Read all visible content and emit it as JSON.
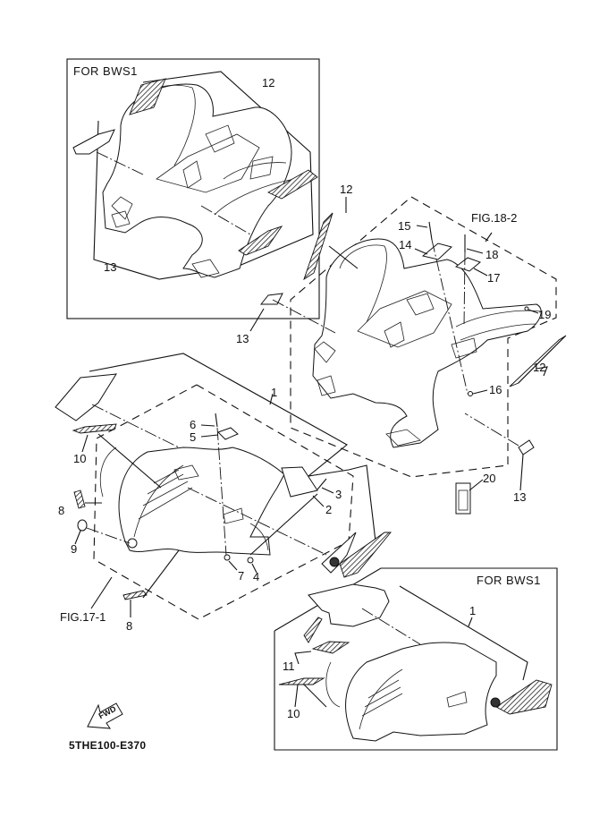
{
  "diagram": {
    "catalog_code": "5THE100-E370",
    "fwd_arrow_label": "FWD",
    "boxes": {
      "top_left_title": "FOR  BWS1",
      "bottom_right_title": "FOR  BWS1"
    },
    "figure_refs": {
      "fig_18_2": "FIG.18-2",
      "fig_17_1": "FIG.17-1"
    },
    "callouts": {
      "tl_12": "12",
      "tl_13": "13",
      "rear_12_left": "12",
      "rear_12_right": "12",
      "rear_13_left": "13",
      "rear_13_right": "13",
      "c14": "14",
      "c15": "15",
      "c16": "16",
      "c17": "17",
      "c18": "18",
      "c19": "19",
      "c20": "20",
      "front_1": "1",
      "c2": "2",
      "c3": "3",
      "c4": "4",
      "c5": "5",
      "c6": "6",
      "c7": "7",
      "c8_upper": "8",
      "c8_lower": "8",
      "c9": "9",
      "c10": "10",
      "br_1": "1",
      "br_10": "10",
      "br_11": "11"
    }
  }
}
